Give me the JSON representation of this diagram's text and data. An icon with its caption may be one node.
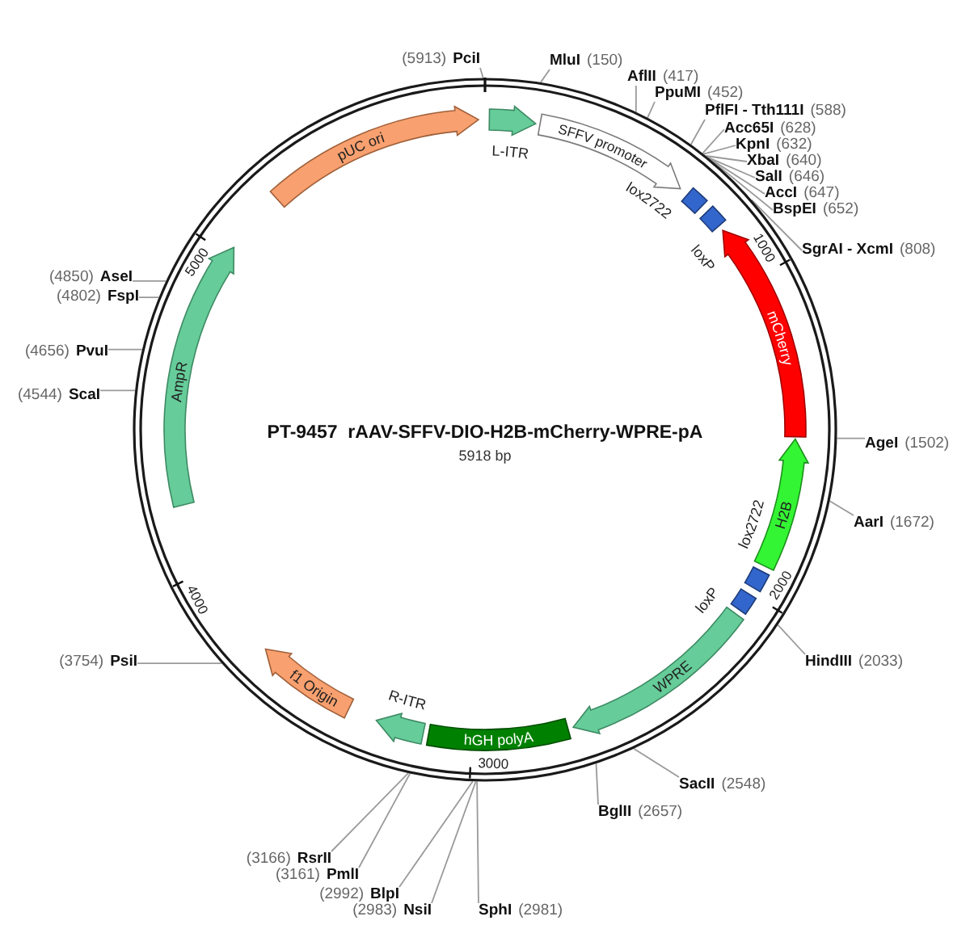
{
  "diagram": {
    "title": "PT-9457  rAAV-SFFV-DIO-H2B-mCherry-WPRE-pA",
    "nodes": [
      {
        "text": [],
        "shape": "circle"
      },
      {
        "text": [
          "pUC ori"
        ],
        "in": 0
      },
      {
        "text": [
          "L-ITR"
        ],
        "in": 0
      },
      {
        "text": [
          "SFFV promoter"
        ],
        "in": 0
      },
      {
        "text": [
          "lox2722"
        ],
        "in": 0
      },
      {
        "text": [
          "loxP"
        ],
        "in": 0
      },
      {
        "text": [
          "mCherry"
        ],
        "in": 0
      },
      {
        "text": [
          "H2B"
        ],
        "in": 0
      },
      {
        "text": [
          "lox2722"
        ],
        "in": 0
      },
      {
        "text": [
          "loxP"
        ],
        "in": 0
      },
      {
        "text": [
          "WPRE"
        ],
        "in": 0
      },
      {
        "text": [
          "hGH polyA"
        ],
        "in": 0
      },
      {
        "text": [
          "R-ITR"
        ],
        "in": 0
      },
      {
        "text": [
          "f1 Origin"
        ],
        "in": 0
      },
      {
        "text": [
          "AmpR"
        ],
        "in": 0
      },
      {
        "text": [
          "PciI"
        ],
        "beside": [
          "(5913)"
        ]
      },
      {
        "text": [
          "MluI"
        ],
        "beside": [
          "(150)"
        ]
      },
      {
        "text": [
          "AflII"
        ],
        "beside": [
          "(417)"
        ]
      },
      {
        "text": [
          "PpuMI"
        ],
        "beside": [
          "(452)"
        ]
      },
      {
        "text": [
          "PflFI - Tth111I"
        ],
        "beside": [
          "(588)"
        ]
      },
      {
        "text": [
          "Acc65I"
        ],
        "beside": [
          "(628)"
        ]
      },
      {
        "text": [
          "KpnI"
        ],
        "beside": [
          "(632)"
        ]
      },
      {
        "text": [
          "XbaI"
        ],
        "beside": [
          "(640)"
        ]
      },
      {
        "text": [
          "SalI"
        ],
        "beside": [
          "(646)"
        ]
      },
      {
        "text": [
          "AccI"
        ],
        "beside": [
          "(647)"
        ]
      },
      {
        "text": [
          "BspEI"
        ],
        "beside": [
          "(652)"
        ]
      },
      {
        "text": [
          "SgrAI - XcmI"
        ],
        "beside": [
          "(808)"
        ]
      },
      {
        "text": [
          "AgeI"
        ],
        "beside": [
          "(1502)"
        ]
      },
      {
        "text": [
          "AarI"
        ],
        "beside": [
          "(1672)"
        ]
      },
      {
        "text": [
          "HindIII"
        ],
        "beside": [
          "(2033)"
        ]
      },
      {
        "text": [
          "SacII"
        ],
        "beside": [
          "(2548)"
        ]
      },
      {
        "text": [
          "BglII"
        ],
        "beside": [
          "(2657)"
        ]
      },
      {
        "text": [
          "SphI"
        ],
        "beside": [
          "(2981)"
        ]
      },
      {
        "text": [
          "NsiI"
        ],
        "beside": [
          "(2983)"
        ]
      },
      {
        "text": [
          "BlpI"
        ],
        "beside": [
          "(2992)"
        ]
      },
      {
        "text": [
          "PmlI"
        ],
        "beside": [
          "(3161)"
        ]
      },
      {
        "text": [
          "RsrII"
        ],
        "beside": [
          "(3166)"
        ]
      },
      {
        "text": [
          "PsiI"
        ],
        "beside": [
          "(3754)"
        ]
      },
      {
        "text": [
          "ScaI"
        ],
        "beside": [
          "(4544)"
        ]
      },
      {
        "text": [
          "PvuI"
        ],
        "beside": [
          "(4656)"
        ]
      },
      {
        "text": [
          "FspI"
        ],
        "beside": [
          "(4802)"
        ]
      },
      {
        "text": [
          "AseI"
        ],
        "beside": [
          "(4850)"
        ]
      }
    ],
    "edges": [
      {
        "from": 15,
        "to": 0,
        "arrow": "none"
      },
      {
        "from": 16,
        "to": 0,
        "arrow": "none"
      },
      {
        "from": 17,
        "to": 0,
        "arrow": "none"
      },
      {
        "from": 18,
        "to": 0,
        "arrow": "none"
      },
      {
        "from": 19,
        "to": 0,
        "arrow": "none"
      },
      {
        "from": 20,
        "to": 0,
        "arrow": "none"
      },
      {
        "from": 21,
        "to": 0,
        "arrow": "none"
      },
      {
        "from": 22,
        "to": 0,
        "arrow": "none"
      },
      {
        "from": 23,
        "to": 0,
        "arrow": "none"
      },
      {
        "from": 24,
        "to": 0,
        "arrow": "none"
      },
      {
        "from": 25,
        "to": 0,
        "arrow": "none"
      },
      {
        "from": 26,
        "to": 0,
        "arrow": "none"
      },
      {
        "from": 27,
        "to": 0,
        "arrow": "none"
      },
      {
        "from": 28,
        "to": 0,
        "arrow": "none"
      },
      {
        "from": 29,
        "to": 0,
        "arrow": "none"
      },
      {
        "from": 30,
        "to": 0,
        "arrow": "none"
      },
      {
        "from": 31,
        "to": 0,
        "arrow": "none"
      },
      {
        "from": 32,
        "to": 0,
        "arrow": "none"
      },
      {
        "from": 33,
        "to": 0,
        "arrow": "none"
      },
      {
        "from": 34,
        "to": 0,
        "arrow": "none"
      },
      {
        "from": 35,
        "to": 0,
        "arrow": "none"
      },
      {
        "from": 36,
        "to": 0,
        "arrow": "none"
      },
      {
        "from": 37,
        "to": 0,
        "arrow": "none"
      },
      {
        "from": 38,
        "to": 0,
        "arrow": "none"
      },
      {
        "from": 39,
        "to": 0,
        "arrow": "none"
      },
      {
        "from": 40,
        "to": 0,
        "arrow": "none"
      },
      {
        "from": 41,
        "to": 0,
        "arrow": "none"
      }
    ],
    "labels": [
      "5918 bp",
      "1000",
      "2000",
      "3000",
      "4000",
      "5000"
    ]
  }
}
